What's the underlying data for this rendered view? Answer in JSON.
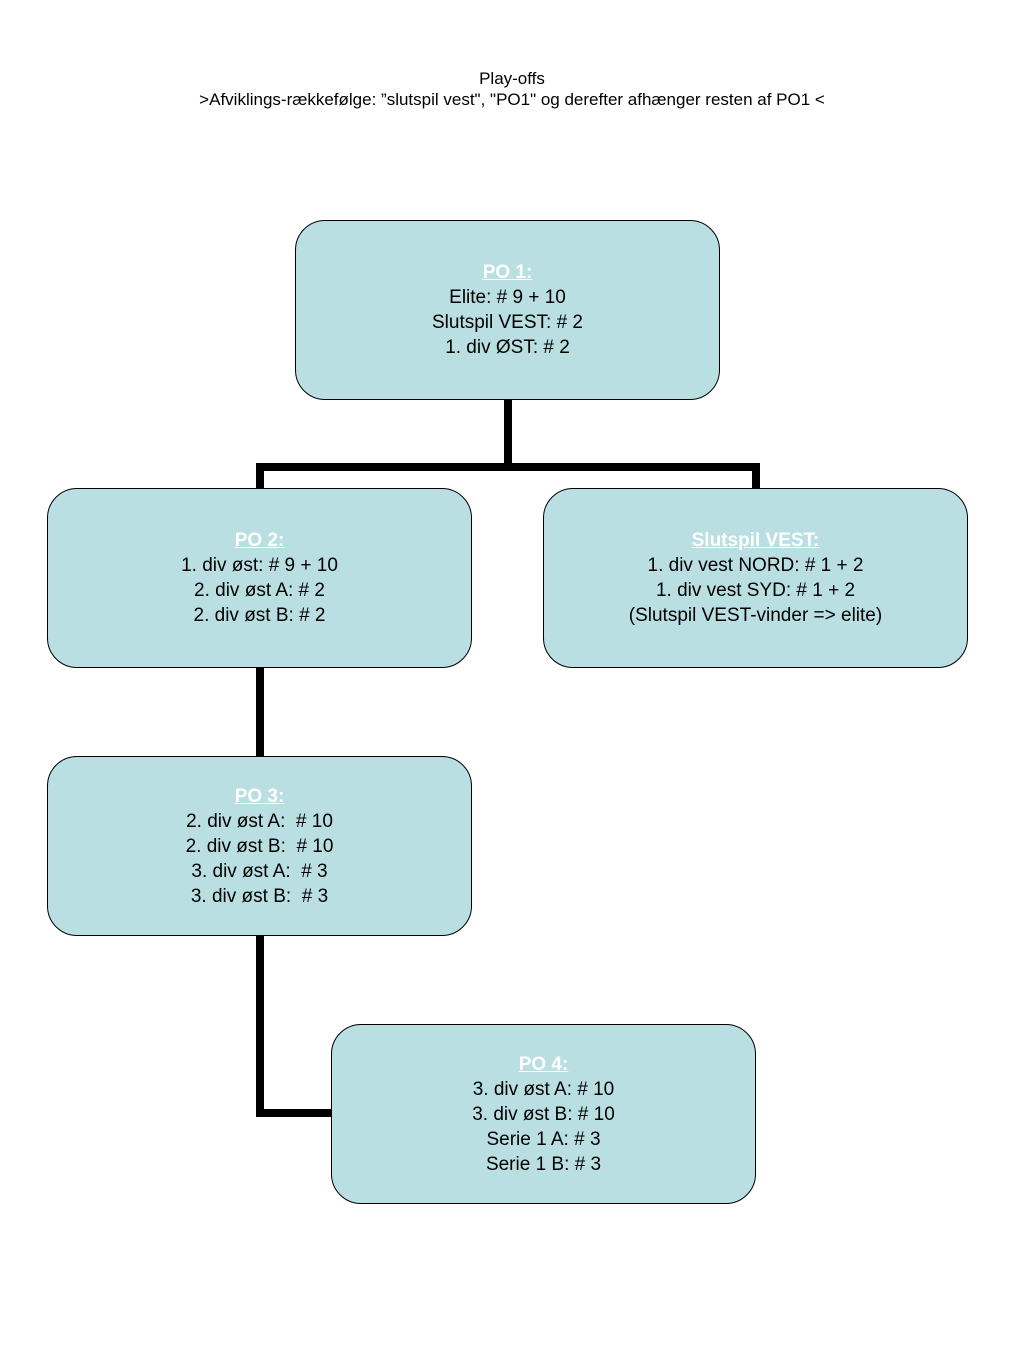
{
  "header": {
    "title": "Play-offs",
    "subtitle": ">Afviklings-rækkefølge: ”slutspil vest\", \"PO1\" og derefter afhænger resten af PO1 <"
  },
  "nodes": {
    "po1": {
      "title": "PO 1:",
      "lines": [
        "Elite: # 9 + 10",
        "Slutspil VEST: # 2",
        "1. div ØST: # 2"
      ]
    },
    "po2": {
      "title": "PO 2:",
      "lines": [
        "1. div øst: # 9 + 10",
        "2. div øst A: # 2",
        "2. div øst B: # 2"
      ]
    },
    "vest": {
      "title": "Slutspil VEST:",
      "lines": [
        "1. div vest NORD: # 1 + 2",
        "1. div vest SYD: # 1 + 2",
        "(Slutspil VEST-vinder => elite)"
      ]
    },
    "po3": {
      "title": "PO 3:",
      "lines": [
        "2. div øst A:  # 10",
        "2. div øst B:  # 10",
        "3. div øst A:  # 3",
        "3. div øst B:  # 3"
      ]
    },
    "po4": {
      "title": "PO 4:",
      "lines": [
        "3. div øst A: # 10",
        "3. div øst B: # 10",
        "Serie 1 A: # 3",
        "Serie 1 B: # 3"
      ]
    }
  },
  "colors": {
    "node_fill": "#b9dfe3",
    "title_text": "#ffffff",
    "connector": "#000000"
  }
}
